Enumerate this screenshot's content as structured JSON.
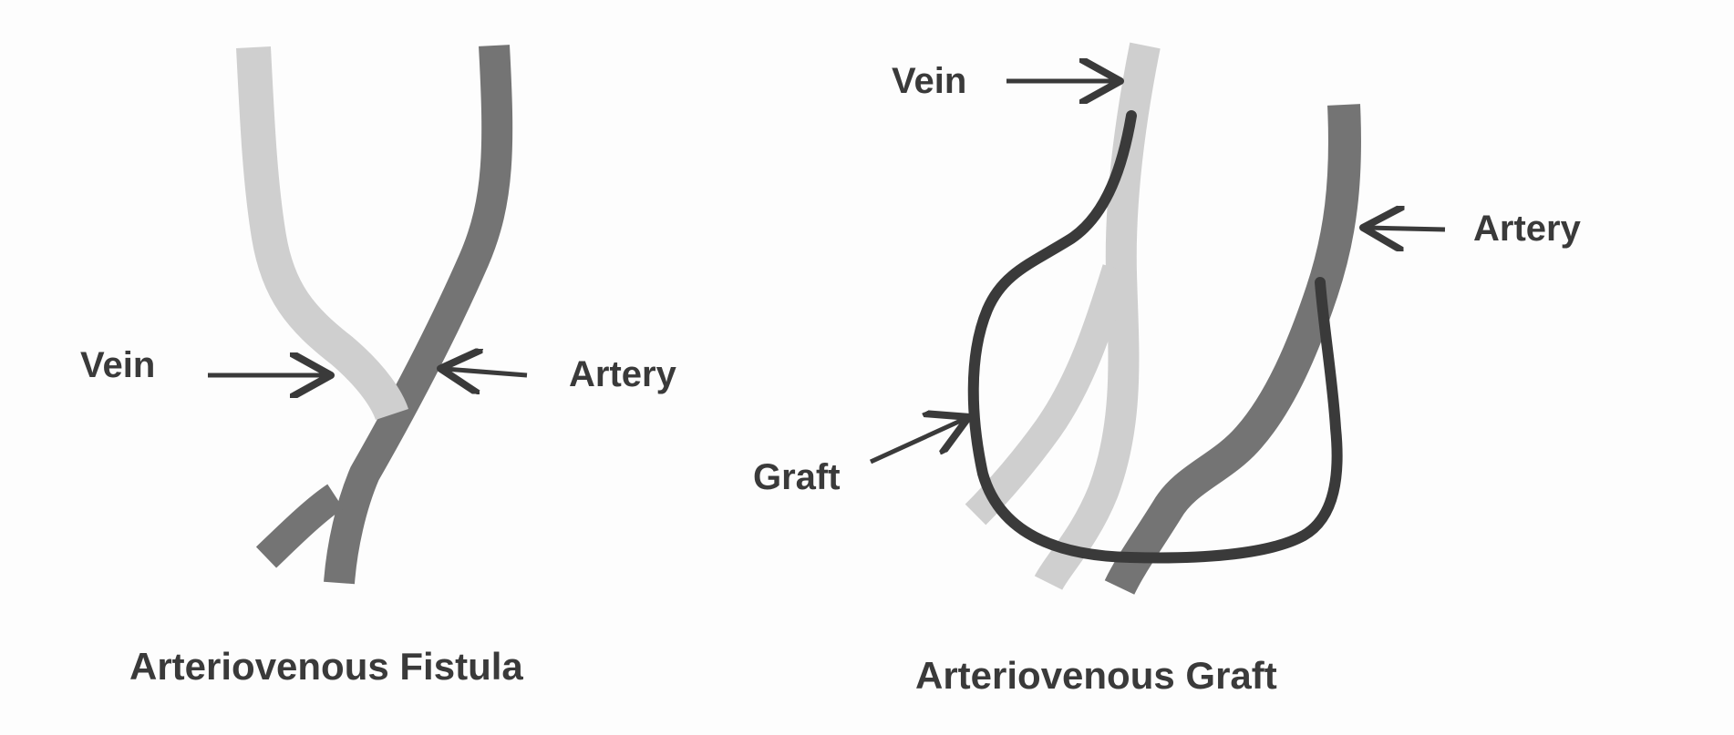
{
  "colors": {
    "background": "#fdfdfd",
    "vein": "#cfcfcf",
    "artery": "#747474",
    "graft": "#3a3a3a",
    "arrow": "#3a3a3a",
    "text": "#3a3a3a"
  },
  "fistula": {
    "caption": "Arteriovenous Fistula",
    "vein_label": "Vein",
    "artery_label": "Artery"
  },
  "graft": {
    "caption": "Arteriovenous Graft",
    "vein_label": "Vein",
    "artery_label": "Artery",
    "graft_label": "Graft"
  }
}
